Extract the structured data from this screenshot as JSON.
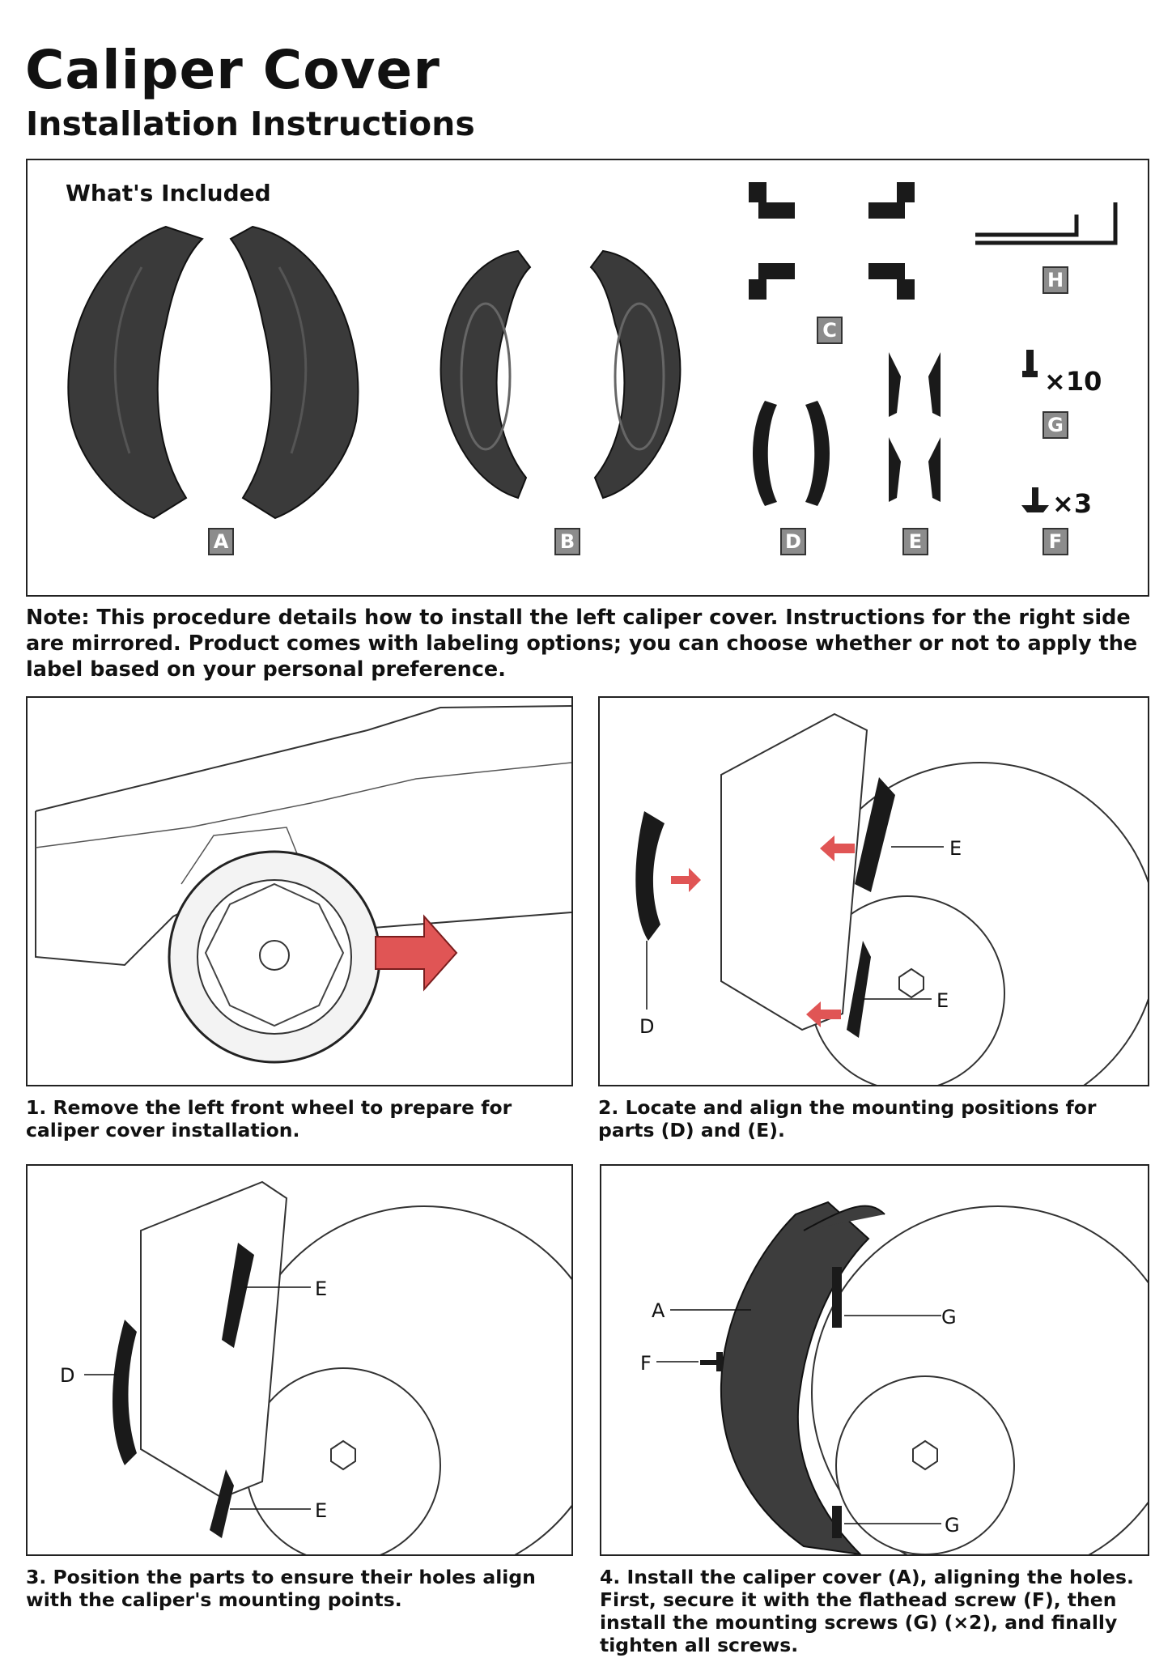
{
  "header": {
    "title": "Caliper Cover",
    "subtitle": "Installation Instructions"
  },
  "included": {
    "heading": "What's Included",
    "parts": [
      {
        "letter": "A",
        "qty": ""
      },
      {
        "letter": "B",
        "qty": ""
      },
      {
        "letter": "C",
        "qty": ""
      },
      {
        "letter": "D",
        "qty": ""
      },
      {
        "letter": "E",
        "qty": ""
      },
      {
        "letter": "F",
        "qty": "×3"
      },
      {
        "letter": "G",
        "qty": "×10"
      },
      {
        "letter": "H",
        "qty": ""
      }
    ]
  },
  "note": "Note: This procedure details how to install the left caliper cover. Instructions for the right side are mirrored. Product comes with labeling options; you can choose whether or not to apply the label based on your personal preference.",
  "steps": [
    {
      "caption": "1. Remove the left front wheel to prepare for caliper cover installation.",
      "callouts": []
    },
    {
      "caption": "2. Locate and align the mounting positions for parts (D) and (E).",
      "callouts": [
        "E",
        "D",
        "E"
      ]
    },
    {
      "caption": "3. Position the parts to ensure their holes align with the caliper's mounting points.",
      "callouts": [
        "E",
        "D",
        "E"
      ]
    },
    {
      "caption": "4. Install the caliper cover (A), aligning the holes. First, secure it with the flathead screw (F), then install the mounting screws (G) (×2), and finally tighten all screws.",
      "callouts": [
        "A",
        "G",
        "F",
        "G"
      ]
    }
  ],
  "colors": {
    "part": "#3a3a3a",
    "tag_bg": "#8c8c8c",
    "arrow": "#e05555"
  }
}
